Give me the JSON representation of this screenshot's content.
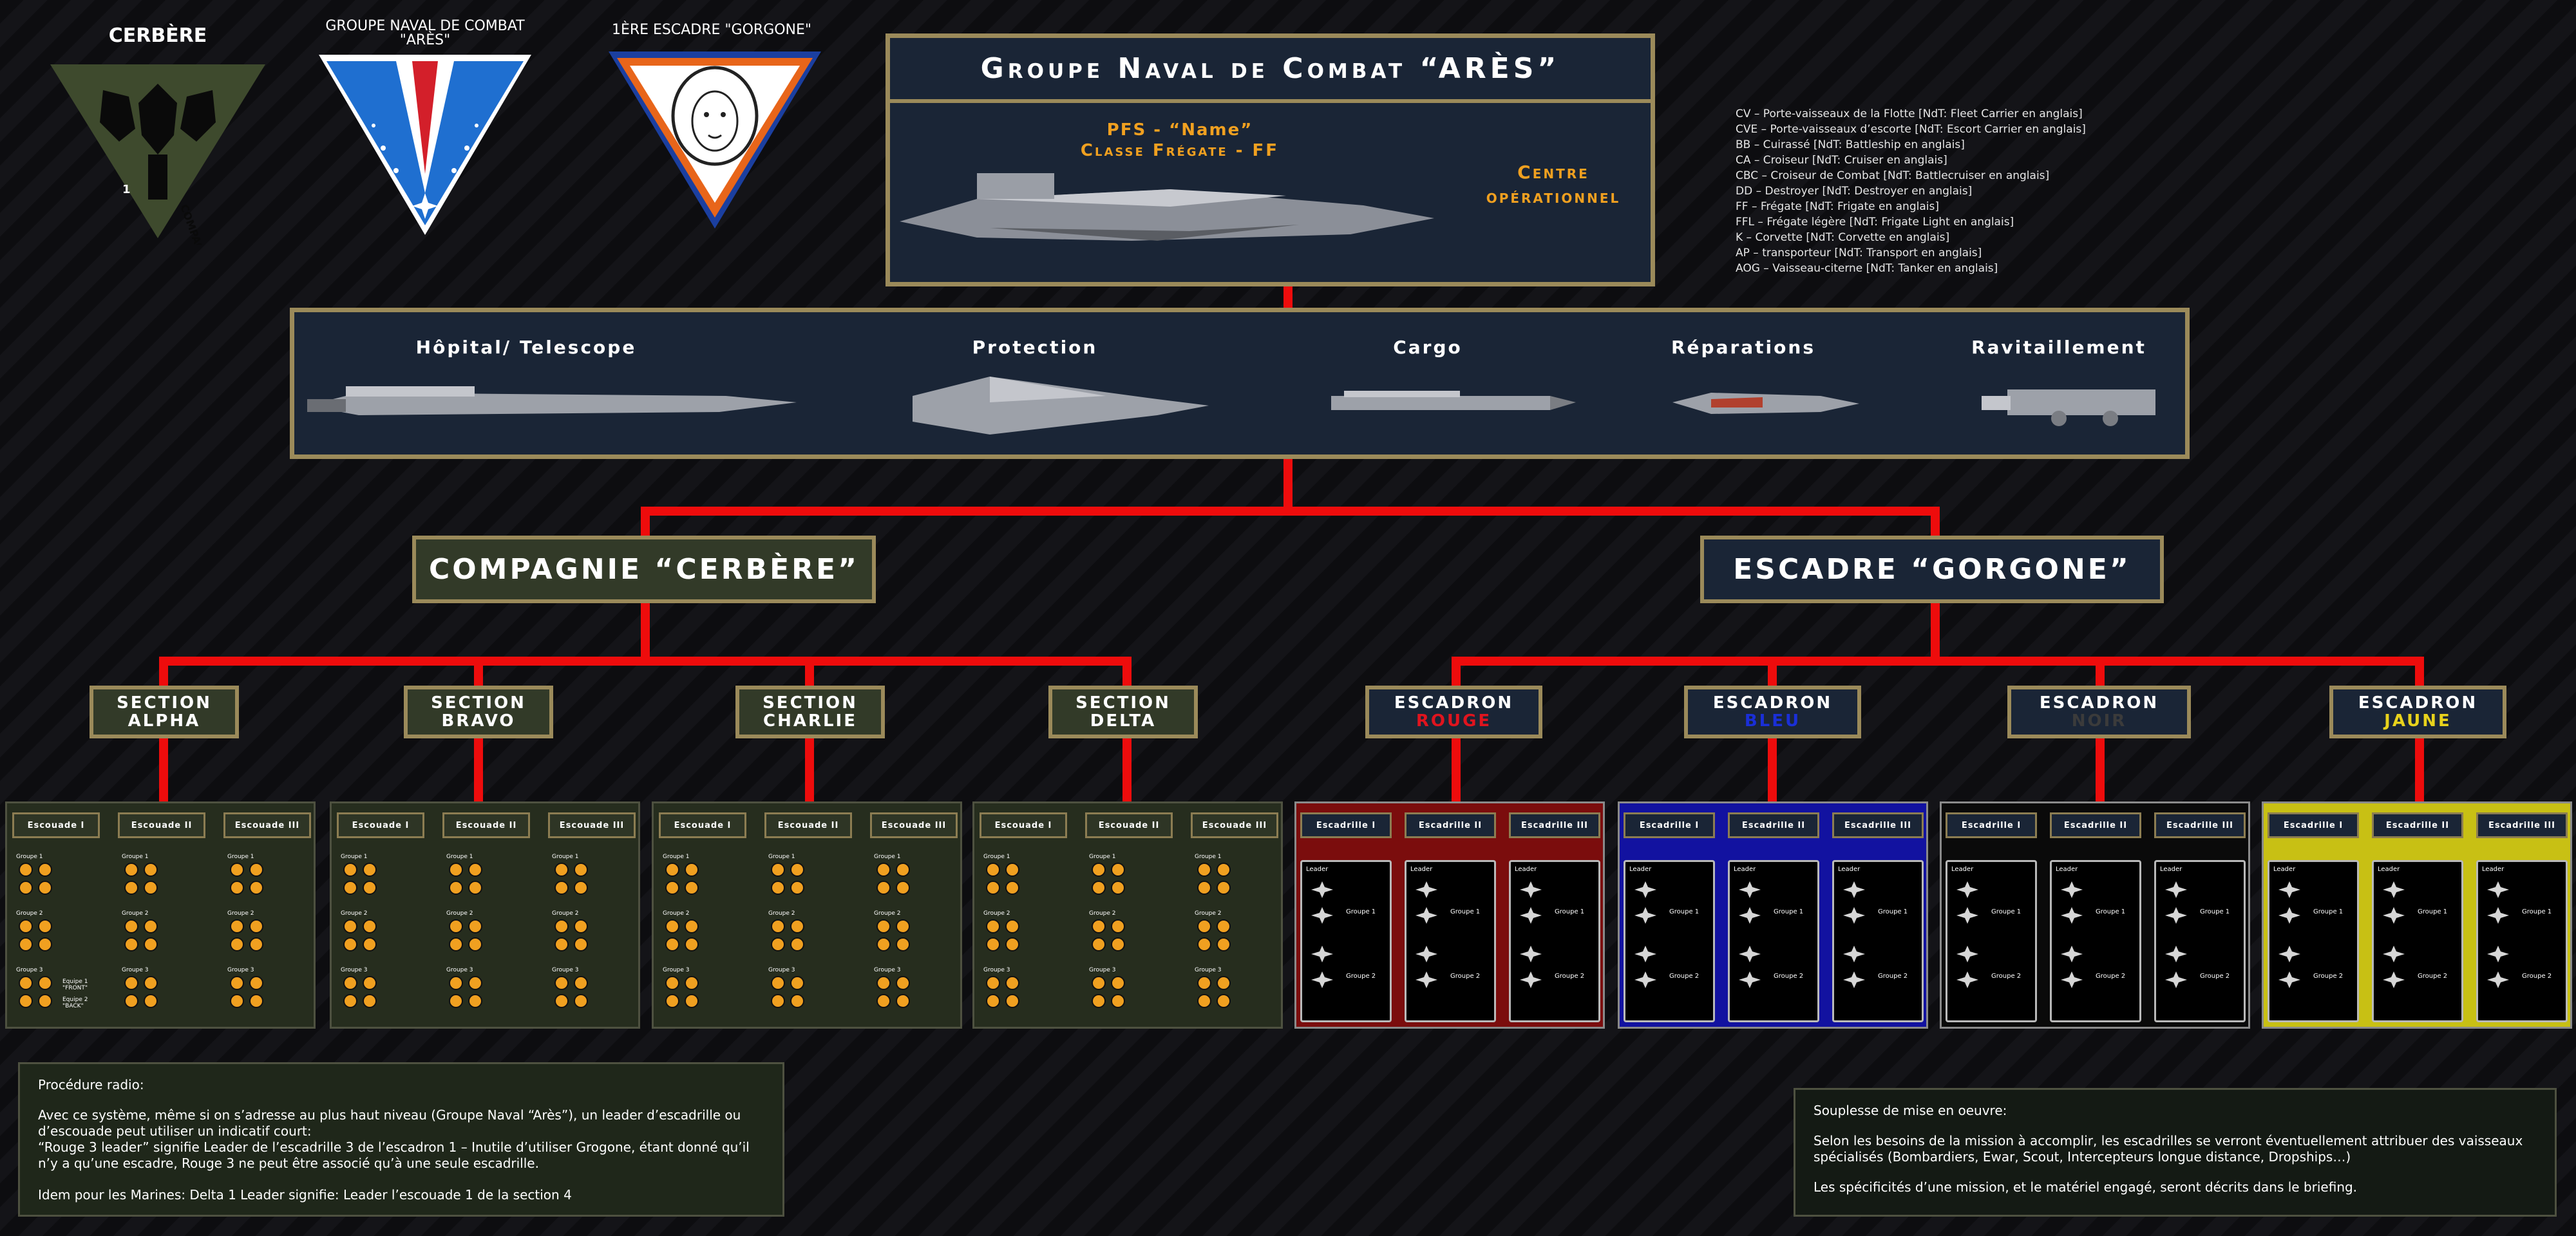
{
  "emblems": {
    "cerbere_title": "CERBÈRE",
    "ares_title": "GROUPE NAVAL DE COMBAT \"ARÈS\"",
    "gorgone_title": "1ÈRE ESCADRE \"GORGONE\"",
    "cerbere_badge_text": "1ÈRE COMPAGNIE"
  },
  "hq": {
    "title": "Groupe Naval de Combat “ARÈS”",
    "ship_name": "PFS - “Name”",
    "ship_class": "Classe Frégate - FF",
    "center_label_1": "Centre",
    "center_label_2": "opérationnel"
  },
  "legend": [
    "CV – Porte-vaisseaux de la Flotte [NdT: Fleet Carrier en anglais]",
    "CVE – Porte-vaisseaux d’escorte [NdT: Escort Carrier en anglais]",
    "BB – Cuirassé [NdT: Battleship en anglais]",
    "CA – Croiseur [NdT: Cruiser en anglais]",
    "CBC – Croiseur de Combat [NdT: Battlecruiser en anglais]",
    "DD – Destroyer [NdT: Destroyer en anglais]",
    "FF – Frégate [NdT: Frigate en anglais]",
    "FFL – Frégate légère [NdT: Frigate Light en anglais]",
    "K – Corvette [NdT: Corvette en anglais]",
    "AP – transporteur [NdT: Transport en anglais]",
    "AOG – Vaisseau-citerne [NdT: Tanker en anglais]"
  ],
  "support": {
    "items": [
      "Hôpital/ Telescope",
      "Protection",
      "Cargo",
      "Réparations",
      "Ravitaillement"
    ]
  },
  "branches": {
    "cerbere": "COMPAGNIE “CERBÈRE”",
    "gorgone": "ESCADRE “GORGONE”"
  },
  "sections": [
    {
      "top": "SECTION",
      "name": "ALPHA"
    },
    {
      "top": "SECTION",
      "name": "BRAVO"
    },
    {
      "top": "SECTION",
      "name": "CHARLIE"
    },
    {
      "top": "SECTION",
      "name": "DELTA"
    }
  ],
  "escadrons": [
    {
      "top": "ESCADRON",
      "name": "ROUGE",
      "color": "#e0141e",
      "bg": "#7b0d0d"
    },
    {
      "top": "ESCADRON",
      "name": "BLEU",
      "color": "#1a2fd8",
      "bg": "#1212a0"
    },
    {
      "top": "ESCADRON",
      "name": "NOIR",
      "color": "#3b3b3b",
      "bg": "#0a0a0a"
    },
    {
      "top": "ESCADRON",
      "name": "JAUNE",
      "color": "#e8d21c",
      "bg": "#c8c014"
    }
  ],
  "squads": {
    "tabs": [
      "Escouade I",
      "Escouade II",
      "Escouade III"
    ],
    "groups": [
      "Groupe 1",
      "Groupe 2",
      "Groupe 3"
    ],
    "alpha_extra_1": "Equipe 1 \"FRONT\"",
    "alpha_extra_2": "Equipe 2 \"BACK\""
  },
  "flights": {
    "tabs": [
      "Escadrille I",
      "Escadrille II",
      "Escadrille III"
    ],
    "leader": "Leader",
    "group1": "Groupe 1",
    "group2": "Groupe 2"
  },
  "notes": {
    "radio_title": "Procédure radio:",
    "radio_p1": "Avec ce système, même si on s’adresse au plus haut niveau (Groupe Naval “Arès”), un leader d’escadrille ou d’escouade peut utiliser un indicatif court:",
    "radio_p2": "“Rouge 3 leader” signifie Leader de l’escadrille 3 de l’escadron 1 – Inutile d’utiliser Grogone, étant donné qu’il n’y a qu’une escadre, Rouge 3 ne peut être associé qu’à une seule escadrille.",
    "radio_p3": "Idem pour les Marines: Delta 1 Leader signifie: Leader l’escouade 1 de la section 4",
    "flex_title": "Souplesse de mise en oeuvre:",
    "flex_p1": "Selon les besoins de la mission à accomplir, les escadrilles se verront éventuellement attribuer des vaisseaux spécialisés (Bombardiers, Ewar, Scout, Intercepteurs longue distance, Dropships…)",
    "flex_p2": "Les spécificités d’une mission, et le matériel engagé, seront décrits dans le briefing."
  },
  "colors": {
    "connector": "#ee0c0c",
    "frame": "#9b8a5a",
    "navy": "#1a2536",
    "olive": "#323a28",
    "accent_orange": "#f0a020"
  }
}
